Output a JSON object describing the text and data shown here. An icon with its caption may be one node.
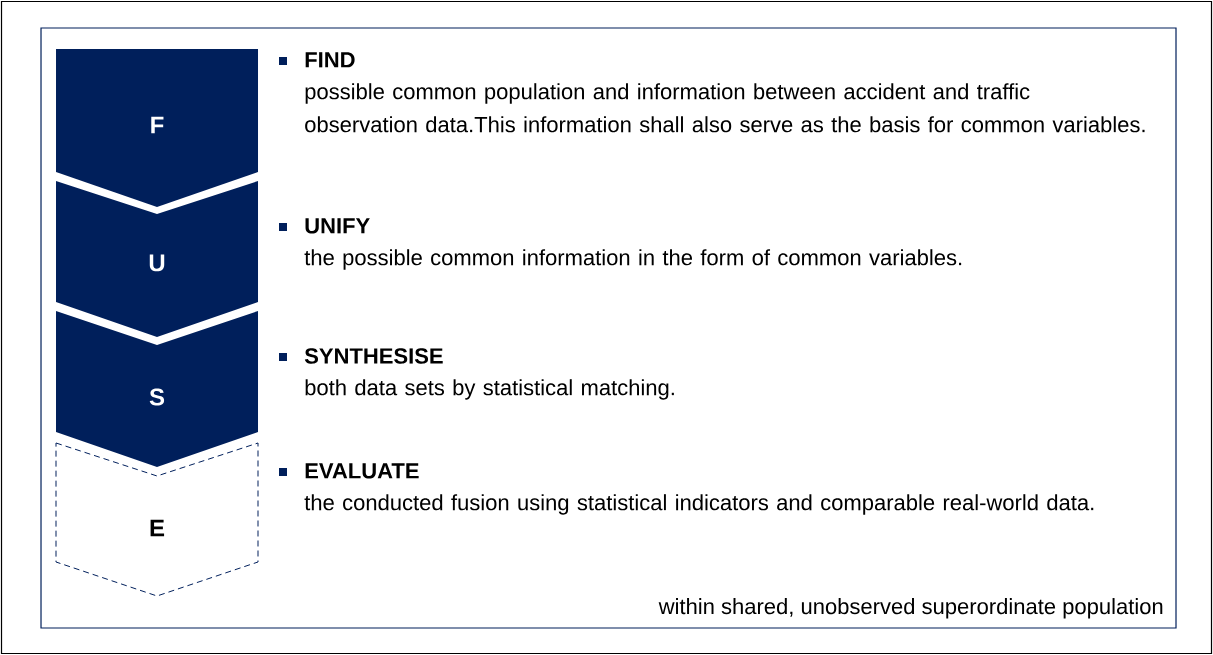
{
  "diagram": {
    "nodes": [
      {
        "text": [
          "within shared, unobserved superordinate population"
        ]
      },
      {
        "text": [
          "F"
        ],
        "in": 0,
        "beside": [
          "FIND",
          "possible common population and information between accident and traffic observation data.This information shall also serve as the basis for common variables."
        ]
      },
      {
        "text": [
          "U"
        ],
        "in": 0,
        "beside": [
          "UNIFY",
          "the possible common information in the form of common variables."
        ]
      },
      {
        "text": [
          "S"
        ],
        "in": 0,
        "beside": [
          "SYNTHESISE",
          "both data sets by statistical matching."
        ]
      },
      {
        "text": [
          "E"
        ],
        "in": 0,
        "beside": [
          "EVALUATE",
          "the conducted fusion using statistical indicators and comparable real-world data."
        ]
      }
    ]
  }
}
